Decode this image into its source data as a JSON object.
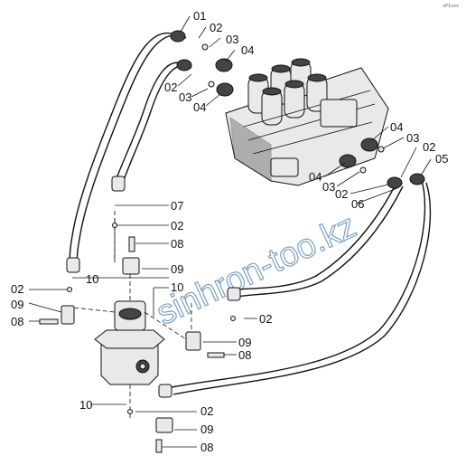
{
  "labels": {
    "l01": "01",
    "l02a": "02",
    "l03a": "03",
    "l04a": "04",
    "l02b": "02",
    "l03b": "03",
    "l04b": "04",
    "l04c": "04",
    "l03c": "03",
    "l02c": "02",
    "l05": "05",
    "l04d": "04",
    "l03d": "03",
    "l02d": "02",
    "l06": "06",
    "l07": "07",
    "l02e": "02",
    "l08a": "08",
    "l09a": "09",
    "l10a": "10",
    "l02f": "02",
    "l10b": "10",
    "l09b": "09",
    "l08b": "08",
    "l02g": "02",
    "l09c": "09",
    "l08c": "08",
    "l10c": "10",
    "l02h": "02",
    "l09d": "09",
    "l08d": "08"
  },
  "watermark": "sinhron-too.kz",
  "corner_code": "xP1xxx"
}
